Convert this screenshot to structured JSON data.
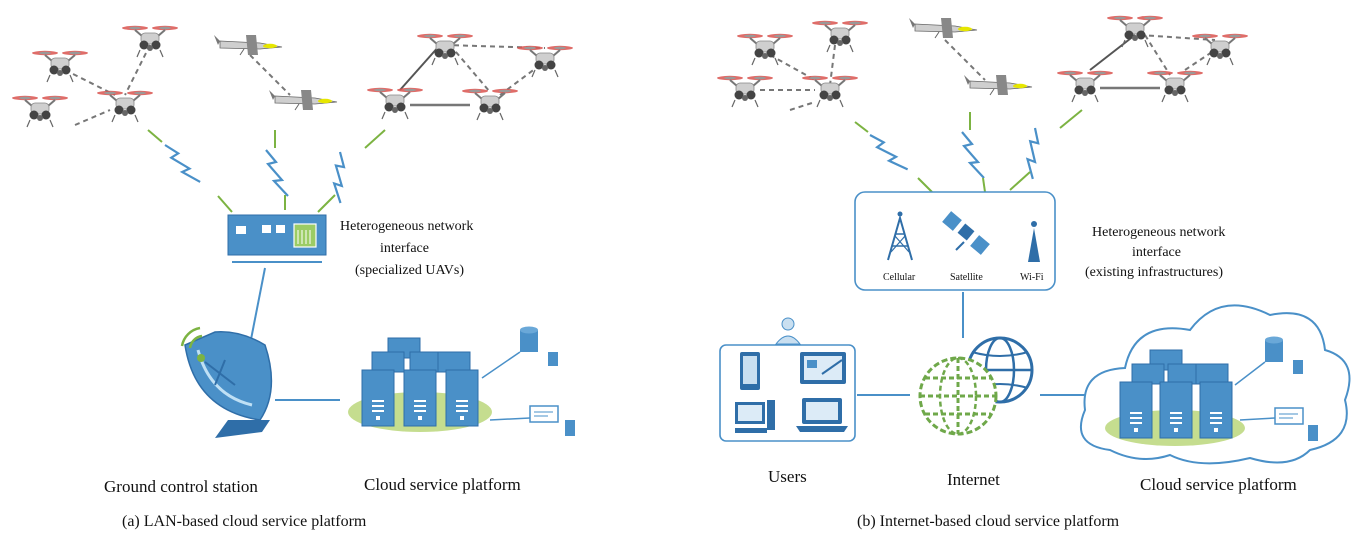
{
  "panel_a": {
    "interface_label": [
      "Heterogeneous network",
      "interface",
      "(specialized UAVs)"
    ],
    "ground_station_label": "Ground control station",
    "cloud_label": "Cloud service platform",
    "caption": "(a)  LAN-based cloud service  platform"
  },
  "panel_b": {
    "interface_label": [
      "Heterogeneous network",
      "interface",
      "(existing infrastructures)"
    ],
    "infra": {
      "cellular": "Cellular",
      "satellite": "Satellite",
      "wifi": "Wi-Fi"
    },
    "users_label": "Users",
    "internet_label": "Internet",
    "cloud_label": "Cloud service platform",
    "caption": "(b)  Internet-based cloud service platform"
  },
  "colors": {
    "device_blue": "#4a90c8",
    "device_dark": "#2f6ea8",
    "link_green": "#7cb342",
    "platform_green": "#c5dd8f",
    "globe_green": "#6fa84a",
    "line_gray": "#8a8a8a"
  }
}
